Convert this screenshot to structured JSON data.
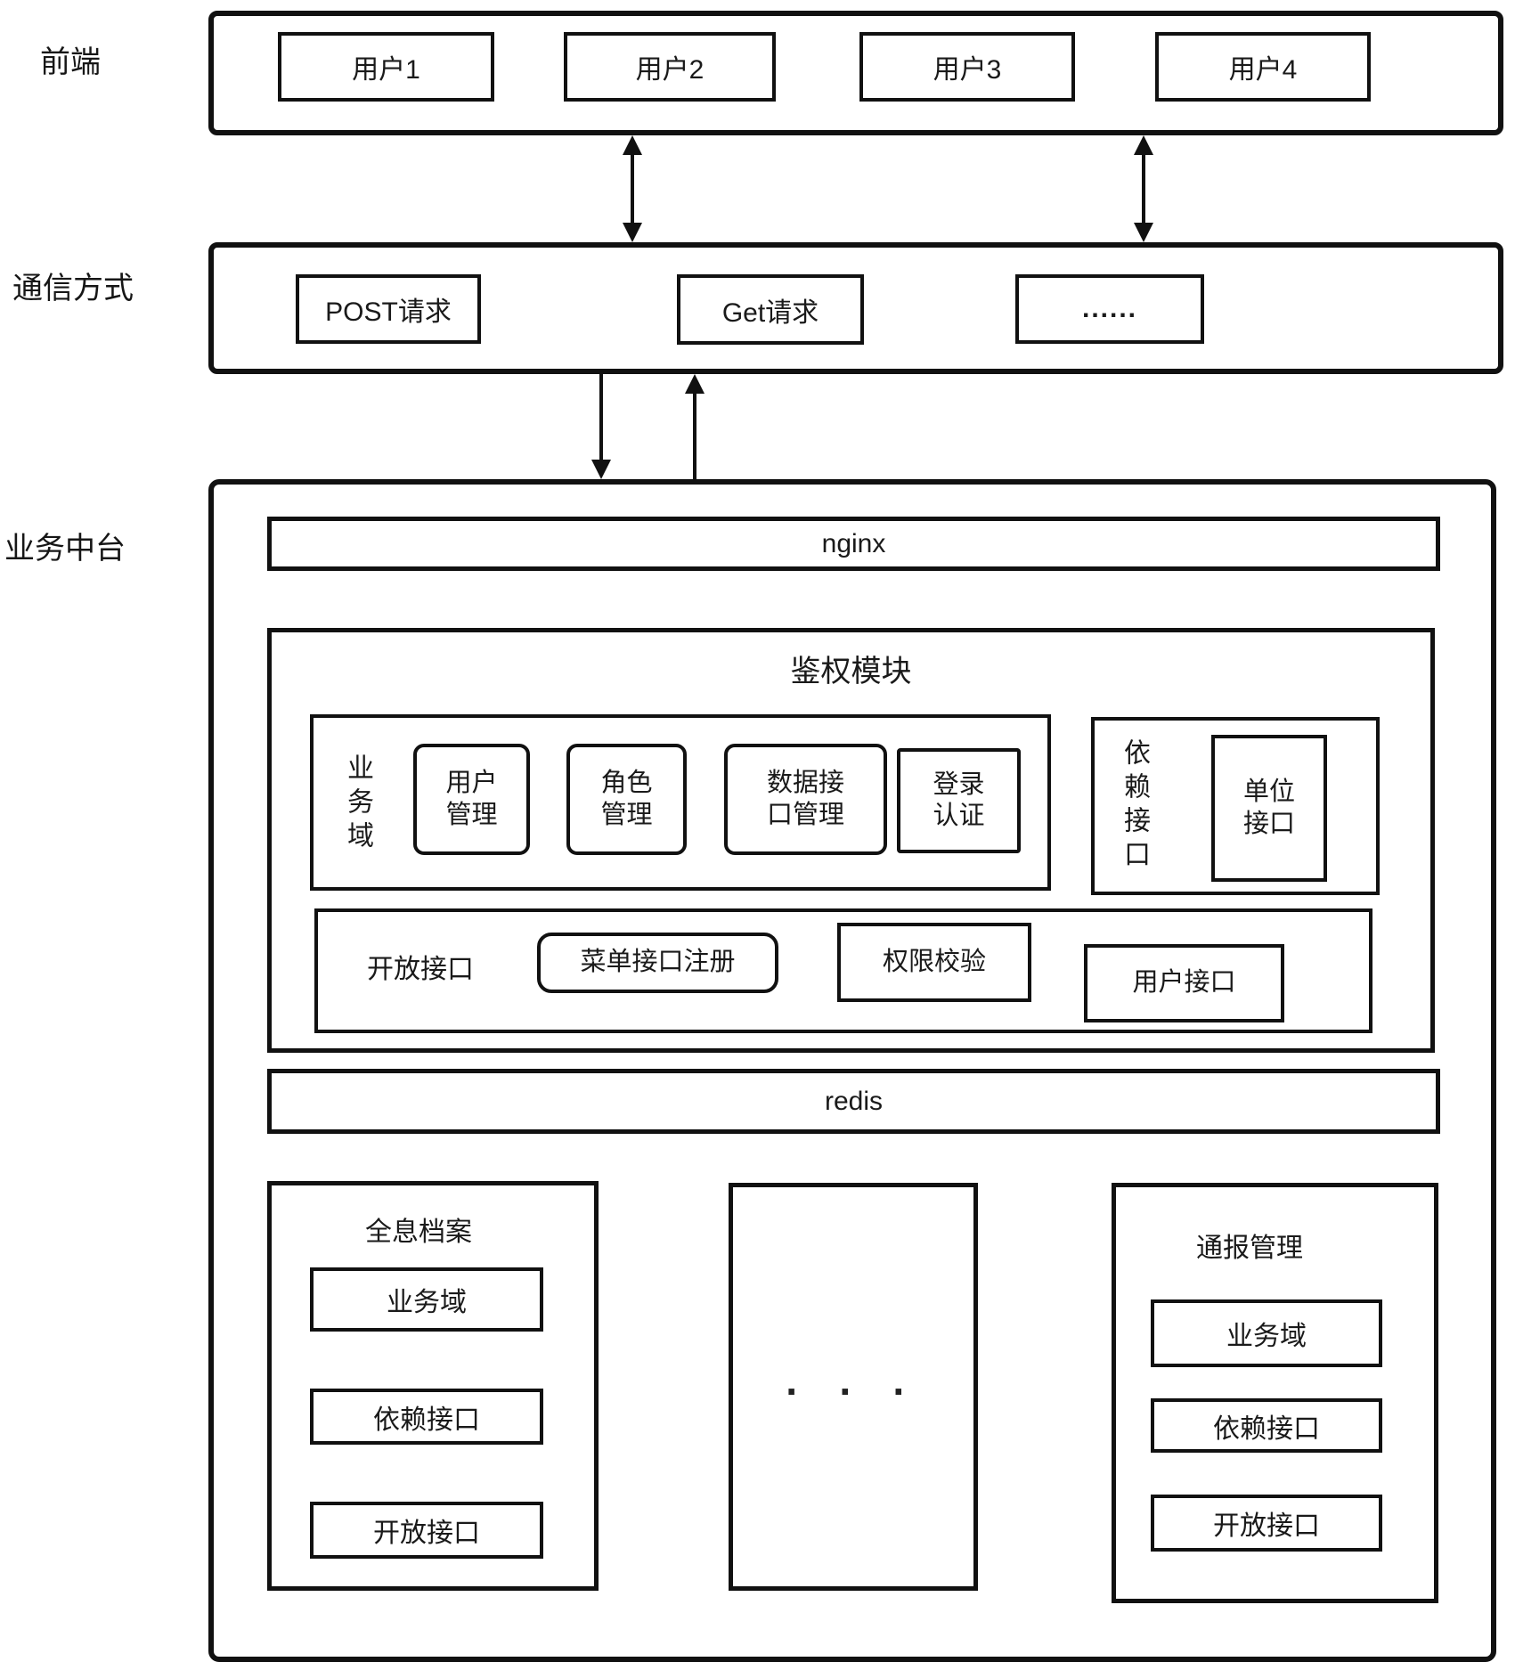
{
  "diagram": {
    "side_labels": {
      "frontend": "前端",
      "communication": "通信方式",
      "platform": "业务中台"
    },
    "frontend": {
      "users": [
        "用户1",
        "用户2",
        "用户3",
        "用户4"
      ]
    },
    "communication": {
      "methods": [
        "POST请求",
        "Get请求",
        "......"
      ]
    },
    "platform": {
      "nginx_label": "nginx",
      "redis_label": "redis",
      "auth_module": {
        "title": "鉴权模块",
        "business_domain": {
          "label": "业务域",
          "items": [
            "用户\n管理",
            "角色\n管理",
            "数据接\n口管理",
            "登录\n认证"
          ]
        },
        "dependency": {
          "label": "依赖接口",
          "item": "单位\n接口"
        },
        "open_api": {
          "label": "开放接口",
          "items": [
            "菜单接口注册",
            "权限校验",
            "用户接口"
          ]
        }
      },
      "modules": {
        "holographic": {
          "title": "全息档案",
          "items": [
            "业务域",
            "依赖接口",
            "开放接口"
          ]
        },
        "placeholder": {
          "dots": "· · ·"
        },
        "notification": {
          "title": "通报管理",
          "items": [
            "业务域",
            "依赖接口",
            "开放接口"
          ]
        }
      }
    },
    "colors": {
      "line": "#111111",
      "text": "#1a1a1a",
      "background": "#ffffff"
    }
  }
}
